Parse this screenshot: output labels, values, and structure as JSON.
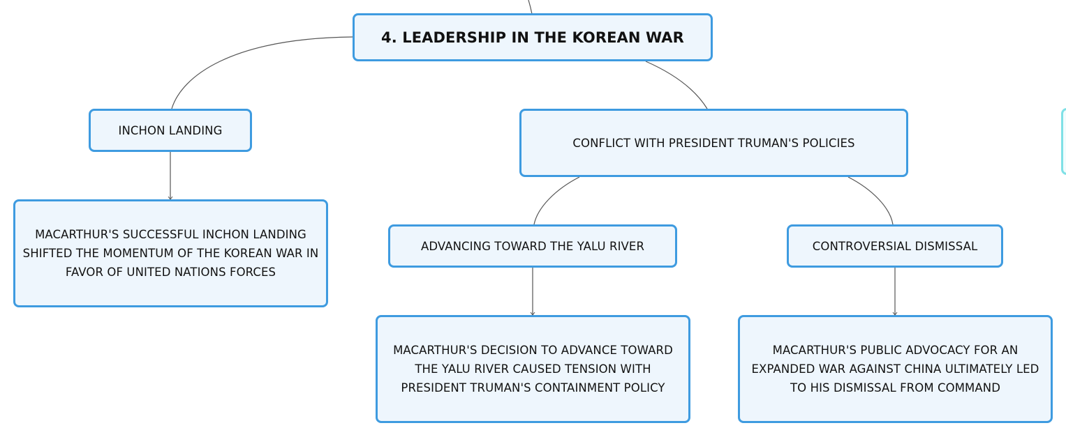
{
  "mindmap": {
    "root": {
      "label": "4. LEADERSHIP IN THE KOREAN WAR"
    },
    "branches": {
      "inchon": {
        "label": "INCHON LANDING",
        "detail": "MACARTHUR'S SUCCESSFUL INCHON LANDING SHIFTED THE MOMENTUM OF THE KOREAN WAR IN FAVOR OF UNITED NATIONS FORCES"
      },
      "conflict": {
        "label": "CONFLICT WITH PRESIDENT TRUMAN'S POLICIES",
        "children": {
          "yalu": {
            "label": "ADVANCING TOWARD THE YALU RIVER",
            "detail": "MACARTHUR'S DECISION TO ADVANCE TOWARD THE YALU RIVER CAUSED TENSION WITH PRESIDENT TRUMAN'S CONTAINMENT POLICY"
          },
          "dismissal": {
            "label": "CONTROVERSIAL DISMISSAL",
            "detail": "MACARTHUR'S PUBLIC ADVOCACY FOR AN EXPANDED WAR AGAINST CHINA ULTIMATELY LED TO HIS DISMISSAL FROM COMMAND"
          }
        }
      }
    },
    "colors": {
      "node_border": "#3e9be0",
      "node_fill": "#eef6fd",
      "connector": "#555555",
      "offscreen_node_border": "#7fe0e6"
    }
  }
}
